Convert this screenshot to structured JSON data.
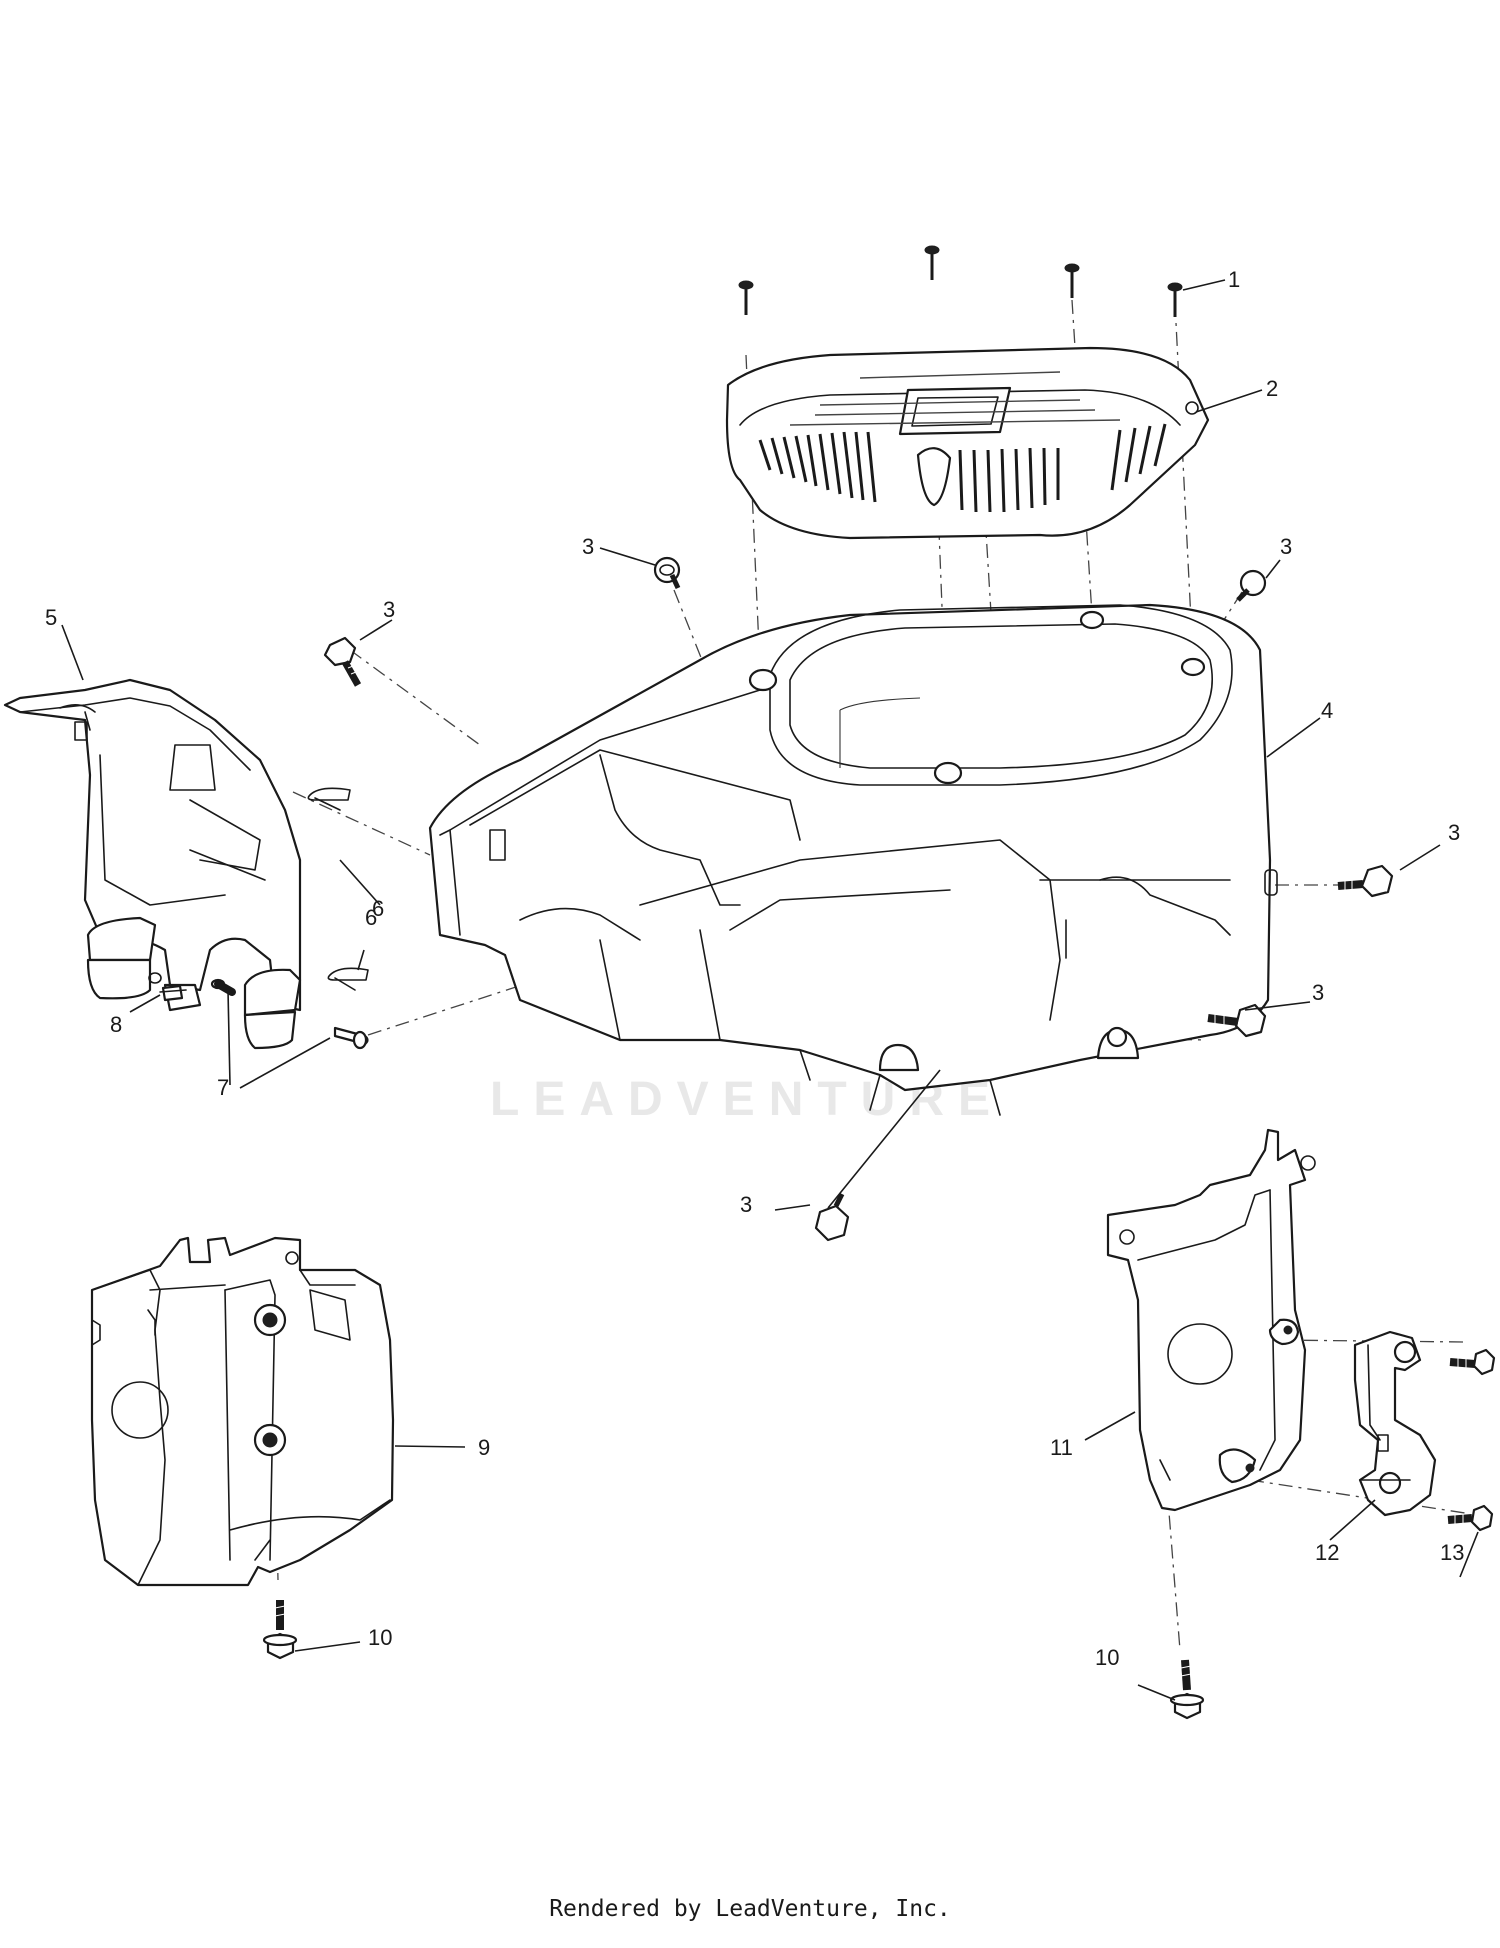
{
  "watermark": "LEADVENTURE",
  "footer": "Rendered by LeadVenture, Inc.",
  "callouts": [
    {
      "id": "c1",
      "label": "1"
    },
    {
      "id": "c2",
      "label": "2"
    },
    {
      "id": "c3a",
      "label": "3"
    },
    {
      "id": "c3b",
      "label": "3"
    },
    {
      "id": "c3c",
      "label": "3"
    },
    {
      "id": "c3d",
      "label": "3"
    },
    {
      "id": "c3e",
      "label": "3"
    },
    {
      "id": "c3f",
      "label": "3"
    },
    {
      "id": "c4",
      "label": "4"
    },
    {
      "id": "c5",
      "label": "5"
    },
    {
      "id": "c6a",
      "label": "6"
    },
    {
      "id": "c6b",
      "label": "6"
    },
    {
      "id": "c7",
      "label": "7"
    },
    {
      "id": "c8",
      "label": "8"
    },
    {
      "id": "c9",
      "label": "9"
    },
    {
      "id": "c10a",
      "label": "10"
    },
    {
      "id": "c10b",
      "label": "10"
    },
    {
      "id": "c11",
      "label": "11"
    },
    {
      "id": "c12",
      "label": "12"
    },
    {
      "id": "c13",
      "label": "13"
    }
  ]
}
